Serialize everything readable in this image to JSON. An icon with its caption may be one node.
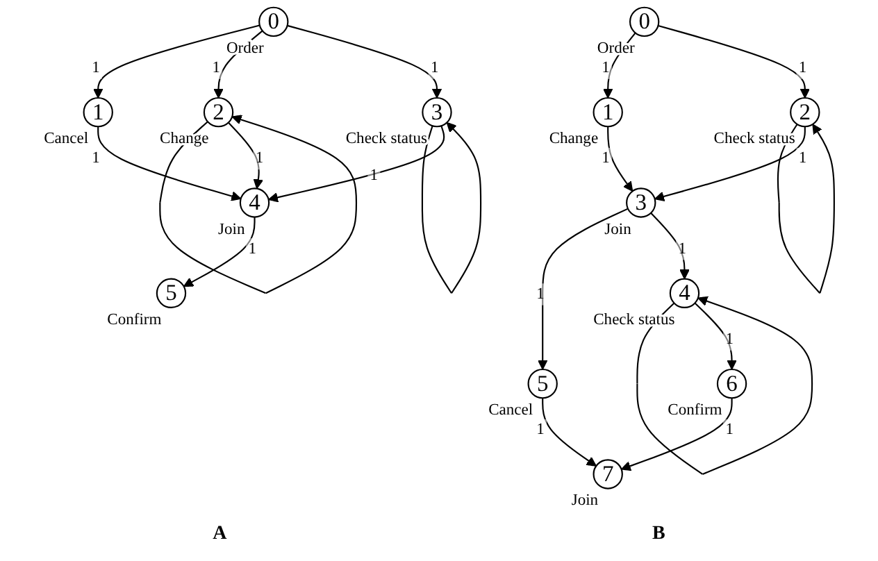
{
  "diagram": {
    "nodes": [
      {
        "text": [
          "0"
        ],
        "beside": [
          "Order"
        ]
      },
      {
        "text": [
          "1"
        ],
        "beside": [
          "Cancel"
        ]
      },
      {
        "text": [
          "2"
        ],
        "beside": [
          "Change"
        ]
      },
      {
        "text": [
          "3"
        ],
        "beside": [
          "Check status"
        ]
      },
      {
        "text": [
          "4"
        ],
        "beside": [
          "Join"
        ]
      },
      {
        "text": [
          "5"
        ],
        "beside": [
          "Confirm"
        ]
      },
      {
        "text": [
          "0"
        ],
        "beside": [
          "Order"
        ]
      },
      {
        "text": [
          "1"
        ],
        "beside": [
          "Change"
        ]
      },
      {
        "text": [
          "2"
        ],
        "beside": [
          "Check status"
        ]
      },
      {
        "text": [
          "3"
        ],
        "beside": [
          "Join"
        ]
      },
      {
        "text": [
          "4"
        ],
        "beside": [
          "Check status"
        ]
      },
      {
        "text": [
          "5"
        ],
        "beside": [
          "Cancel"
        ]
      },
      {
        "text": [
          "6"
        ],
        "beside": [
          "Confirm"
        ]
      },
      {
        "text": [
          "7"
        ],
        "beside": [
          "Join"
        ]
      }
    ],
    "edges": [
      {
        "from": 0,
        "to": 1,
        "arrow": "to",
        "label": "1"
      },
      {
        "from": 0,
        "to": 2,
        "arrow": "to",
        "label": "1"
      },
      {
        "from": 0,
        "to": 3,
        "arrow": "to",
        "label": "1"
      },
      {
        "from": 2,
        "to": 2,
        "arrow": "to"
      },
      {
        "from": 3,
        "to": 3,
        "arrow": "to"
      },
      {
        "from": 1,
        "to": 4,
        "arrow": "to",
        "label": "1"
      },
      {
        "from": 2,
        "to": 4,
        "arrow": "to",
        "label": "1"
      },
      {
        "from": 3,
        "to": 4,
        "arrow": "to",
        "label": "1"
      },
      {
        "from": 4,
        "to": 5,
        "arrow": "to",
        "label": "1"
      },
      {
        "from": 6,
        "to": 7,
        "arrow": "to",
        "label": "1"
      },
      {
        "from": 6,
        "to": 8,
        "arrow": "to",
        "label": "1"
      },
      {
        "from": 8,
        "to": 8,
        "arrow": "to"
      },
      {
        "from": 7,
        "to": 9,
        "arrow": "to",
        "label": "1"
      },
      {
        "from": 8,
        "to": 9,
        "arrow": "to",
        "label": "1"
      },
      {
        "from": 9,
        "to": 11,
        "arrow": "to",
        "label": "1"
      },
      {
        "from": 9,
        "to": 10,
        "arrow": "to",
        "label": "1"
      },
      {
        "from": 10,
        "to": 10,
        "arrow": "to"
      },
      {
        "from": 10,
        "to": 12,
        "arrow": "to",
        "label": "1"
      },
      {
        "from": 11,
        "to": 13,
        "arrow": "to",
        "label": "1"
      },
      {
        "from": 12,
        "to": 13,
        "arrow": "to",
        "label": "1"
      }
    ],
    "labels": [
      "A",
      "B"
    ]
  }
}
